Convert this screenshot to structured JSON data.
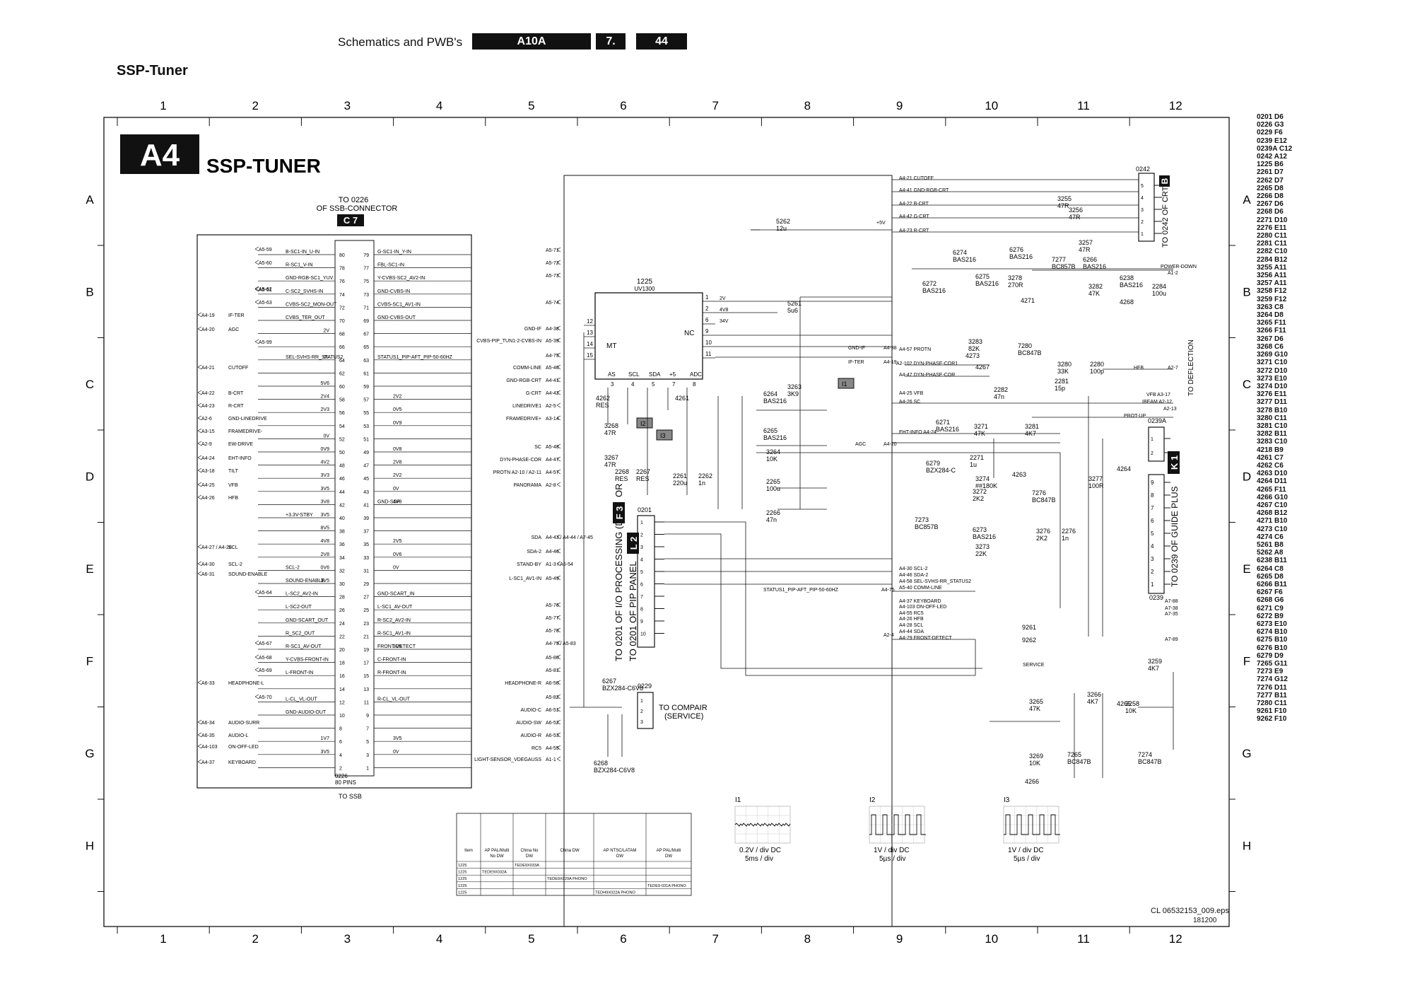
{
  "header": {
    "section": "Schematics and PWB's",
    "chassis": "A10A",
    "chapter": "7.",
    "page": "44"
  },
  "page_heading": "SSP-Tuner",
  "block": {
    "id": "A4",
    "name": "SSP-TUNER"
  },
  "grid": {
    "columns": [
      "1",
      "2",
      "3",
      "4",
      "5",
      "6",
      "7",
      "8",
      "9",
      "10",
      "11",
      "12"
    ],
    "rows": [
      "A",
      "B",
      "C",
      "D",
      "E",
      "F",
      "G",
      "H"
    ]
  },
  "ssb_connector": {
    "heading_1": "TO 0226",
    "heading_2": "OF SSB-CONNECTOR",
    "badge": "C 7",
    "ref": "0226",
    "pins_label": "80 PINS",
    "bottom_label": "TO SSB",
    "left_pins": [
      "80",
      "78",
      "76",
      "74",
      "72",
      "70",
      "68",
      "66",
      "64",
      "62",
      "60",
      "58",
      "56",
      "54",
      "52",
      "50",
      "48",
      "46",
      "44",
      "42",
      "40",
      "38",
      "36",
      "34",
      "32",
      "30",
      "28",
      "26",
      "24",
      "22",
      "20",
      "18",
      "16",
      "14",
      "12",
      "10",
      "8",
      "6",
      "4",
      "2"
    ],
    "right_pins": [
      "79",
      "77",
      "75",
      "73",
      "71",
      "69",
      "67",
      "65",
      "63",
      "61",
      "59",
      "57",
      "55",
      "53",
      "51",
      "49",
      "47",
      "45",
      "43",
      "41",
      "39",
      "37",
      "35",
      "33",
      "31",
      "29",
      "27",
      "25",
      "23",
      "21",
      "19",
      "17",
      "15",
      "13",
      "11",
      "9",
      "7",
      "5",
      "3",
      "1"
    ],
    "left_signals": [
      "B-SC1-IN_U-IN",
      "R-SC1_V-IN",
      "GND-RGB-SC1_YUV",
      "C-SC2_SVHS-IN",
      "CVBS-SC2_MON-OUT",
      "CVBS_TER_OUT",
      "",
      "",
      "SEL-SVHS-RR_STATUS2",
      "",
      "",
      "",
      "",
      "",
      "",
      "",
      "",
      "",
      "",
      "",
      "+3.3V-STBY",
      "",
      "",
      "",
      "SCL-2",
      "SOUND-ENABLE",
      "L-SC2_AV2-IN",
      "L-SC2-OUT",
      "GND-SCART_OUT",
      "R_SC2_OUT",
      "R-SC1_AV-OUT",
      "Y-CVBS-FRONT-IN",
      "L-FRONT-IN",
      "",
      "L-CL_VL-OUT",
      "GND-AUDIO-OUT",
      "",
      "",
      "",
      ""
    ],
    "left_values": [
      "",
      "",
      "",
      "",
      "",
      "",
      "2V",
      "",
      "0V",
      "",
      "5V6",
      "2V4",
      "2V3",
      "",
      "0V",
      "0V9",
      "4V2",
      "3V3",
      "3V5",
      "3V8",
      "3V5",
      "8V5",
      "4V8",
      "2V8",
      "0V6",
      "3V5",
      "",
      "",
      "",
      "",
      "",
      "",
      "",
      "",
      "",
      "",
      "",
      "1V7",
      "3V5",
      ""
    ],
    "right_signals": [
      "G-SC1-IN_Y-IN",
      "FBL-SC1-IN",
      "Y-CVBS-SC2_AV2-IN",
      "GND-CVBS-IN",
      "CVBS-SC1_AV1-IN",
      "GND-CVBS-OUT",
      "",
      "",
      "STATUS1_PIP-AFT_PIP-50-60HZ",
      "",
      "",
      "",
      "",
      "",
      "",
      "",
      "",
      "",
      "",
      "GND-SSP",
      "",
      "",
      "",
      "",
      "",
      "",
      "GND-SCART_IN",
      "L-SC1_AV-OUT",
      "R-SC2_AV2-IN",
      "R-SC1_AV1-IN",
      "FRONT-DETECT",
      "C-FRONT-IN",
      "R-FRONT-IN",
      "",
      "R-CL_VL-OUT",
      "",
      "",
      "",
      "",
      ""
    ],
    "right_values": [
      "",
      "",
      "",
      "",
      "",
      "",
      "",
      "",
      "",
      "",
      "",
      "2V2",
      "0V5",
      "0V9",
      "",
      "0V8",
      "2V8",
      "2V2",
      "0V",
      "4V8",
      "",
      "",
      "2V5",
      "0V6",
      "0V",
      "",
      "",
      "",
      "",
      "",
      "3V5",
      "",
      "",
      "",
      "",
      "",
      "",
      "3V5",
      "0V",
      ""
    ]
  },
  "left_edge_labels": [
    {
      "tag": "A5-59",
      "text": ""
    },
    {
      "tag": "A5-60",
      "text": ""
    },
    {
      "tag": "A5-61",
      "text": ""
    },
    {
      "tag": "A5-62",
      "text": ""
    },
    {
      "tag": "A5-63",
      "text": ""
    },
    {
      "tag": "A4-19",
      "text": "IF-TER"
    },
    {
      "tag": "A4-20",
      "text": "AGC"
    },
    {
      "tag": "A5-99",
      "text": ""
    },
    {
      "tag": "A4-21",
      "text": "CUTOFF"
    },
    {
      "tag": "A4-22",
      "text": "B-CRT"
    },
    {
      "tag": "A4-23",
      "text": "R-CRT"
    },
    {
      "tag": "A2-6",
      "text": "GND-LINEDRIVE"
    },
    {
      "tag": "A3-15",
      "text": "FRAMEDRIVE-"
    },
    {
      "tag": "A2-9",
      "text": "EW-DRIVE"
    },
    {
      "tag": "A4-24",
      "text": "EHT-INFO"
    },
    {
      "tag": "A3-18",
      "text": "TILT"
    },
    {
      "tag": "A4-25",
      "text": "VFB"
    },
    {
      "tag": "A4-26",
      "text": "HFB"
    },
    {
      "tag": "A4-27 / A4-28",
      "text": "SCL"
    },
    {
      "tag": "A4-30",
      "text": "SCL-2"
    },
    {
      "tag": "A6-31",
      "text": "SOUND-ENABLE"
    },
    {
      "tag": "A5-64",
      "text": ""
    },
    {
      "tag": "A5-67",
      "text": ""
    },
    {
      "tag": "A5-68",
      "text": ""
    },
    {
      "tag": "A5-69",
      "text": ""
    },
    {
      "tag": "A6-33",
      "text": "HEADPHONE-L"
    },
    {
      "tag": "A5-70",
      "text": ""
    },
    {
      "tag": "A6-34",
      "text": "AUDIO-SURR"
    },
    {
      "tag": "A6-35",
      "text": "AUDIO-L"
    },
    {
      "tag": "A4-103",
      "text": "ON-OFF-LED"
    },
    {
      "tag": "A4-37",
      "text": "KEYBOARD"
    }
  ],
  "mid_labels": [
    {
      "tag": "A5-71",
      "text": ""
    },
    {
      "tag": "A5-72",
      "text": ""
    },
    {
      "tag": "A5-73",
      "text": ""
    },
    {
      "tag": "A5-74",
      "text": ""
    },
    {
      "tag": "A4-38",
      "text": "GND-IF"
    },
    {
      "tag": "A5-39",
      "text": "CVBS-PIP_TUN1-2-CVBS-IN"
    },
    {
      "tag": "A4-75",
      "text": ""
    },
    {
      "tag": "A5-40",
      "text": "COMM-LINE"
    },
    {
      "tag": "A4-41",
      "text": "GND-RGB-CRT"
    },
    {
      "tag": "A4-42",
      "text": "G-CRT"
    },
    {
      "tag": "A2-5",
      "text": "LINEDRIVE1"
    },
    {
      "tag": "A3-14",
      "text": "FRAMEDRIVE+"
    },
    {
      "tag": "A5-48",
      "text": "SC"
    },
    {
      "tag": "A4-47",
      "text": "DYN-PHASE-COR"
    },
    {
      "tag": "A4-57",
      "text": "PROTN A2-10 / A2-11"
    },
    {
      "tag": "A2-8",
      "text": "PANORAMA"
    },
    {
      "tag": "A4-43 / A4-44 / A7-45",
      "text": "SDA"
    },
    {
      "tag": "A4-46",
      "text": "SDA-2"
    },
    {
      "tag": "A1-3 / A6-54",
      "text": "STAND-BY"
    },
    {
      "tag": "A5-49",
      "text": "L-SC1_AV1-IN"
    },
    {
      "tag": "A5-76",
      "text": ""
    },
    {
      "tag": "A5-77",
      "text": ""
    },
    {
      "tag": "A5-78",
      "text": ""
    },
    {
      "tag": "A4-79 / A5-83",
      "text": ""
    },
    {
      "tag": "A5-80",
      "text": ""
    },
    {
      "tag": "A5-81",
      "text": ""
    },
    {
      "tag": "A6-50",
      "text": "HEADPHONE-R"
    },
    {
      "tag": "A5-82",
      "text": ""
    },
    {
      "tag": "A6-51",
      "text": "AUDIO-C"
    },
    {
      "tag": "A6-52",
      "text": "AUDIO-SW"
    },
    {
      "tag": "A6-53",
      "text": "AUDIO-R"
    },
    {
      "tag": "A4-55",
      "text": "RC5"
    },
    {
      "tag": "A1-1",
      "text": "LIGHT-SENSOR_VDEGAUSS"
    }
  ],
  "tuner": {
    "ref": "1225",
    "type": "UV1300",
    "pins_left": [
      "12",
      "13",
      "14",
      "15"
    ],
    "pins_right": [
      "1",
      "2",
      "6",
      "9",
      "10",
      "11"
    ],
    "pins_bottom": [
      "3",
      "4",
      "5",
      "7",
      "8"
    ],
    "bottom_labels": [
      "AS",
      "SCL",
      "SDA",
      "+5",
      "ADC"
    ],
    "mt": "MT",
    "nc": "NC",
    "right_labels": [
      "2V",
      "4V8",
      "34V"
    ]
  },
  "right_connectors": [
    {
      "ref": "0242",
      "badge": "B",
      "label": "TO 0242 OF CRT"
    },
    {
      "ref": "0239A",
      "badge": "K 1",
      "label": "TO 0239 OF GUIDE PLUS"
    },
    {
      "ref": "0239",
      "badge": "",
      "label": ""
    }
  ],
  "pip_connector": {
    "ref": "0201",
    "badge": "F 3",
    "badge2": "L 2",
    "label1": "TO 0201 OF I/O PROCESSING (DW)",
    "label2": "OR",
    "label3": "TO 0201 OF PIP PANEL"
  },
  "service_connector": {
    "ref": "0229",
    "label1": "TO COMPAIR",
    "label2": "(SERVICE)"
  },
  "components": [
    {
      "ref": "5262",
      "val": "12u"
    },
    {
      "ref": "5261",
      "val": "5u6"
    },
    {
      "ref": "3263",
      "val": "3K9"
    },
    {
      "ref": "3264",
      "val": "10K"
    },
    {
      "ref": "2265",
      "val": "100u"
    },
    {
      "ref": "2266",
      "val": "47n"
    },
    {
      "ref": "6264",
      "val": "BAS216"
    },
    {
      "ref": "6265",
      "val": "BAS216"
    },
    {
      "ref": "3268",
      "val": "47R"
    },
    {
      "ref": "3267",
      "val": "47R"
    },
    {
      "ref": "2268",
      "val": "RES"
    },
    {
      "ref": "2267",
      "val": "RES"
    },
    {
      "ref": "2261",
      "val": "220u"
    },
    {
      "ref": "2262",
      "val": "1n"
    },
    {
      "ref": "4262",
      "val": "RES"
    },
    {
      "ref": "4261",
      "val": ""
    },
    {
      "ref": "3255",
      "val": "47R"
    },
    {
      "ref": "3256",
      "val": "47R"
    },
    {
      "ref": "3257",
      "val": "47R"
    },
    {
      "ref": "6274",
      "val": "BAS216"
    },
    {
      "ref": "6276",
      "val": "BAS216"
    },
    {
      "ref": "6275",
      "val": "BAS216"
    },
    {
      "ref": "6272",
      "val": "BAS216"
    },
    {
      "ref": "3278",
      "val": "270R"
    },
    {
      "ref": "7277",
      "val": "BC857B"
    },
    {
      "ref": "6266",
      "val": "BAS216"
    },
    {
      "ref": "3282",
      "val": "47K"
    },
    {
      "ref": "6238",
      "val": "BAS216"
    },
    {
      "ref": "2284",
      "val": "100u"
    },
    {
      "ref": "4268",
      "val": ""
    },
    {
      "ref": "4271",
      "val": ""
    },
    {
      "ref": "4273",
      "val": ""
    },
    {
      "ref": "3283",
      "val": "82K"
    },
    {
      "ref": "4267",
      "val": ""
    },
    {
      "ref": "2282",
      "val": "47n"
    },
    {
      "ref": "7280",
      "val": "BC847B"
    },
    {
      "ref": "3280",
      "val": "33K"
    },
    {
      "ref": "2280",
      "val": "100p"
    },
    {
      "ref": "2281",
      "val": "15p"
    },
    {
      "ref": "3281",
      "val": "4K7"
    },
    {
      "ref": "6271",
      "val": "BAS216"
    },
    {
      "ref": "3271",
      "val": "47K"
    },
    {
      "ref": "2271",
      "val": "1u"
    },
    {
      "ref": "6279",
      "val": "BZX284-C"
    },
    {
      "ref": "3274",
      "val": "##180K"
    },
    {
      "ref": "3272",
      "val": "2K2"
    },
    {
      "ref": "7273",
      "val": "BC857B"
    },
    {
      "ref": "6273",
      "val": "BAS216"
    },
    {
      "ref": "3273",
      "val": "22K"
    },
    {
      "ref": "4263",
      "val": ""
    },
    {
      "ref": "7276",
      "val": "BC847B"
    },
    {
      "ref": "3276",
      "val": "2K2"
    },
    {
      "ref": "2276",
      "val": "1n"
    },
    {
      "ref": "3277",
      "val": "100R"
    },
    {
      "ref": "4264",
      "val": ""
    },
    {
      "ref": "9261",
      "val": ""
    },
    {
      "ref": "9262",
      "val": ""
    },
    {
      "ref": "3265",
      "val": "47K"
    },
    {
      "ref": "3266",
      "val": "4K7"
    },
    {
      "ref": "4265",
      "val": ""
    },
    {
      "ref": "3258",
      "val": "10K"
    },
    {
      "ref": "3259",
      "val": "4K7"
    },
    {
      "ref": "3269",
      "val": "10K"
    },
    {
      "ref": "7265",
      "val": "BC847B"
    },
    {
      "ref": "7274",
      "val": "BC847B"
    },
    {
      "ref": "4266",
      "val": ""
    },
    {
      "ref": "6267",
      "val": "BZX284-C6V8"
    },
    {
      "ref": "6268",
      "val": "BZX284-C6V8"
    }
  ],
  "right_side_labels": [
    "A4-21 CUTOFF",
    "A4-41 GND-RGB-CRT",
    "A4-22 B-CRT",
    "A4-42 G-CRT",
    "A4-23 R-CRT",
    "+5V",
    "POWER-DOWN",
    "A1-2",
    "A4-57 PROTN",
    "A2-102 DYN-PHASE-COR1",
    "A4-47 DYN-PHASE-COR",
    "A4-25 VFB",
    "A4-26 SC",
    "HFB",
    "A2-7",
    "VFB A3-17",
    "IBEAM A2-12",
    "A2-13",
    "PROT-UP",
    "EHT-INFO A4-24",
    "A4-30 SCL-2",
    "A4-46 SDA-2",
    "A4-58 SEL-SVHS-RR_STATUS2",
    "A5-40 COMM-LINE",
    "A4-37 KEYBOARD",
    "A4-103 ON-OFF-LED",
    "A4-55 RC5",
    "A4-26 HFB",
    "A4-28 SCL",
    "A4-44 SDA",
    "A4-79 FRONT-DETECT",
    "A7-88",
    "A7-38",
    "A7-35",
    "A7-89",
    "SERVICE",
    "TO DEFLECTION",
    "STATUS1_PIP-AFT_PIP-50-60HZ",
    "A4-75",
    "GND-IF",
    "A4-38",
    "IF-TER",
    "A4-19",
    "AGC",
    "A4-20",
    "A2-4"
  ],
  "probes": [
    {
      "id": "I1",
      "scale": "0.2V / div DC",
      "time": "5ms / div"
    },
    {
      "id": "I2",
      "scale": "1V / div DC",
      "time": "5µs / div"
    },
    {
      "id": "I3",
      "scale": "1V / div DC",
      "time": "5µs / div"
    }
  ],
  "table": {
    "headers": [
      "Item",
      "AP PAL/Multi No DW",
      "China No DW",
      "China DW",
      "AP NTSC/LATAM DW",
      "AP PAL/Multi DW"
    ],
    "rows": [
      [
        "1225",
        "",
        "TEDE9X033A",
        "",
        "",
        ""
      ],
      [
        "1225",
        "TEDE9X032A",
        "",
        "",
        "",
        ""
      ],
      [
        "1225",
        "",
        "",
        "TEDE9X029A PHONO",
        "",
        ""
      ],
      [
        "1225",
        "",
        "",
        "",
        "",
        "TEDE9-031A PHONO"
      ],
      [
        "1225",
        "",
        "",
        "",
        "TEDH9X022A PHONO",
        ""
      ]
    ]
  },
  "footer": {
    "file": "CL 06532153_009.eps",
    "date": "181200"
  },
  "index": [
    "0201 D6",
    "0226 G3",
    "0229 F6",
    "0239 E12",
    "0239A C12",
    "0242 A12",
    "1225 B6",
    "2261 D7",
    "2262 D7",
    "2265 D8",
    "2266 D8",
    "2267 D6",
    "2268 D6",
    "2271 D10",
    "2276 E11",
    "2280 C11",
    "2281 C11",
    "2282 C10",
    "2284 B12",
    "3255 A11",
    "3256 A11",
    "3257 A11",
    "3258 F12",
    "3259 F12",
    "3263 C8",
    "3264 D8",
    "3265 F11",
    "3266 F11",
    "3267 D6",
    "3268 C6",
    "3269 G10",
    "3271 C10",
    "3272 D10",
    "3273 E10",
    "3274 D10",
    "3276 E11",
    "3277 D11",
    "3278 B10",
    "3280 C11",
    "3281 C10",
    "3282 B11",
    "3283 C10",
    "4218 B9",
    "4261 C7",
    "4262 C6",
    "4263 D10",
    "4264 D11",
    "4265 F11",
    "4266 G10",
    "4267 C10",
    "4268 B12",
    "4271 B10",
    "4273 C10",
    "4274 C6",
    "5261 B8",
    "5262 A8",
    "6238 B11",
    "6264 C8",
    "6265 D8",
    "6266 B11",
    "6267 F6",
    "6268 G6",
    "6271 C9",
    "6272 B9",
    "6273 E10",
    "6274 B10",
    "6275 B10",
    "6276 B10",
    "6279 D9",
    "7265 G11",
    "7273 E9",
    "7274 G12",
    "7276 D11",
    "7277 B11",
    "7280 C11",
    "9261 F10",
    "9262 F10"
  ]
}
